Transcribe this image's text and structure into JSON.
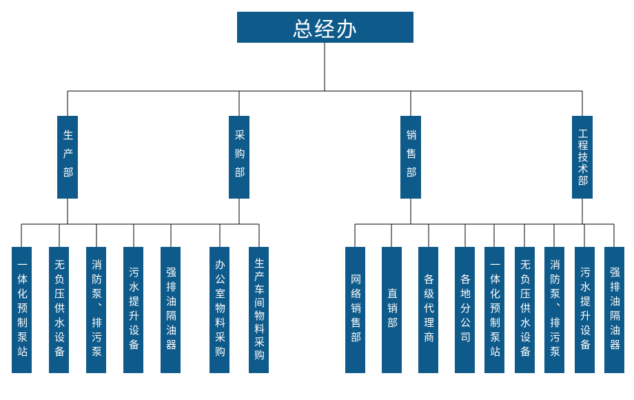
{
  "root": {
    "label": "总经办"
  },
  "departments": [
    {
      "label": "生产部"
    },
    {
      "label": "采购部"
    },
    {
      "label": "销售部"
    },
    {
      "label": "工程技术部"
    }
  ],
  "production_units": [
    {
      "label": "一体化预制泵站"
    },
    {
      "label": "无负压供水设备"
    },
    {
      "label": "消防泵、排污泵"
    },
    {
      "label": "污水提升设备"
    },
    {
      "label": "强排油隔油器"
    }
  ],
  "purchasing_units": [
    {
      "label": "办公室物料采购"
    },
    {
      "label": "生产车间物料采购"
    }
  ],
  "sales_units": [
    {
      "label": "网络销售部"
    },
    {
      "label": "直销部"
    },
    {
      "label": "各级代理商"
    },
    {
      "label": "各地分公司"
    }
  ],
  "engineering_units": [
    {
      "label": "一体化预制泵站"
    },
    {
      "label": "无负压供水设备"
    },
    {
      "label": "消防泵、排污泵"
    },
    {
      "label": "污水提升设备"
    },
    {
      "label": "强排油隔油器"
    }
  ],
  "colors": {
    "box": "#0e5a8a",
    "line": "#000000",
    "text": "#ffffff"
  }
}
